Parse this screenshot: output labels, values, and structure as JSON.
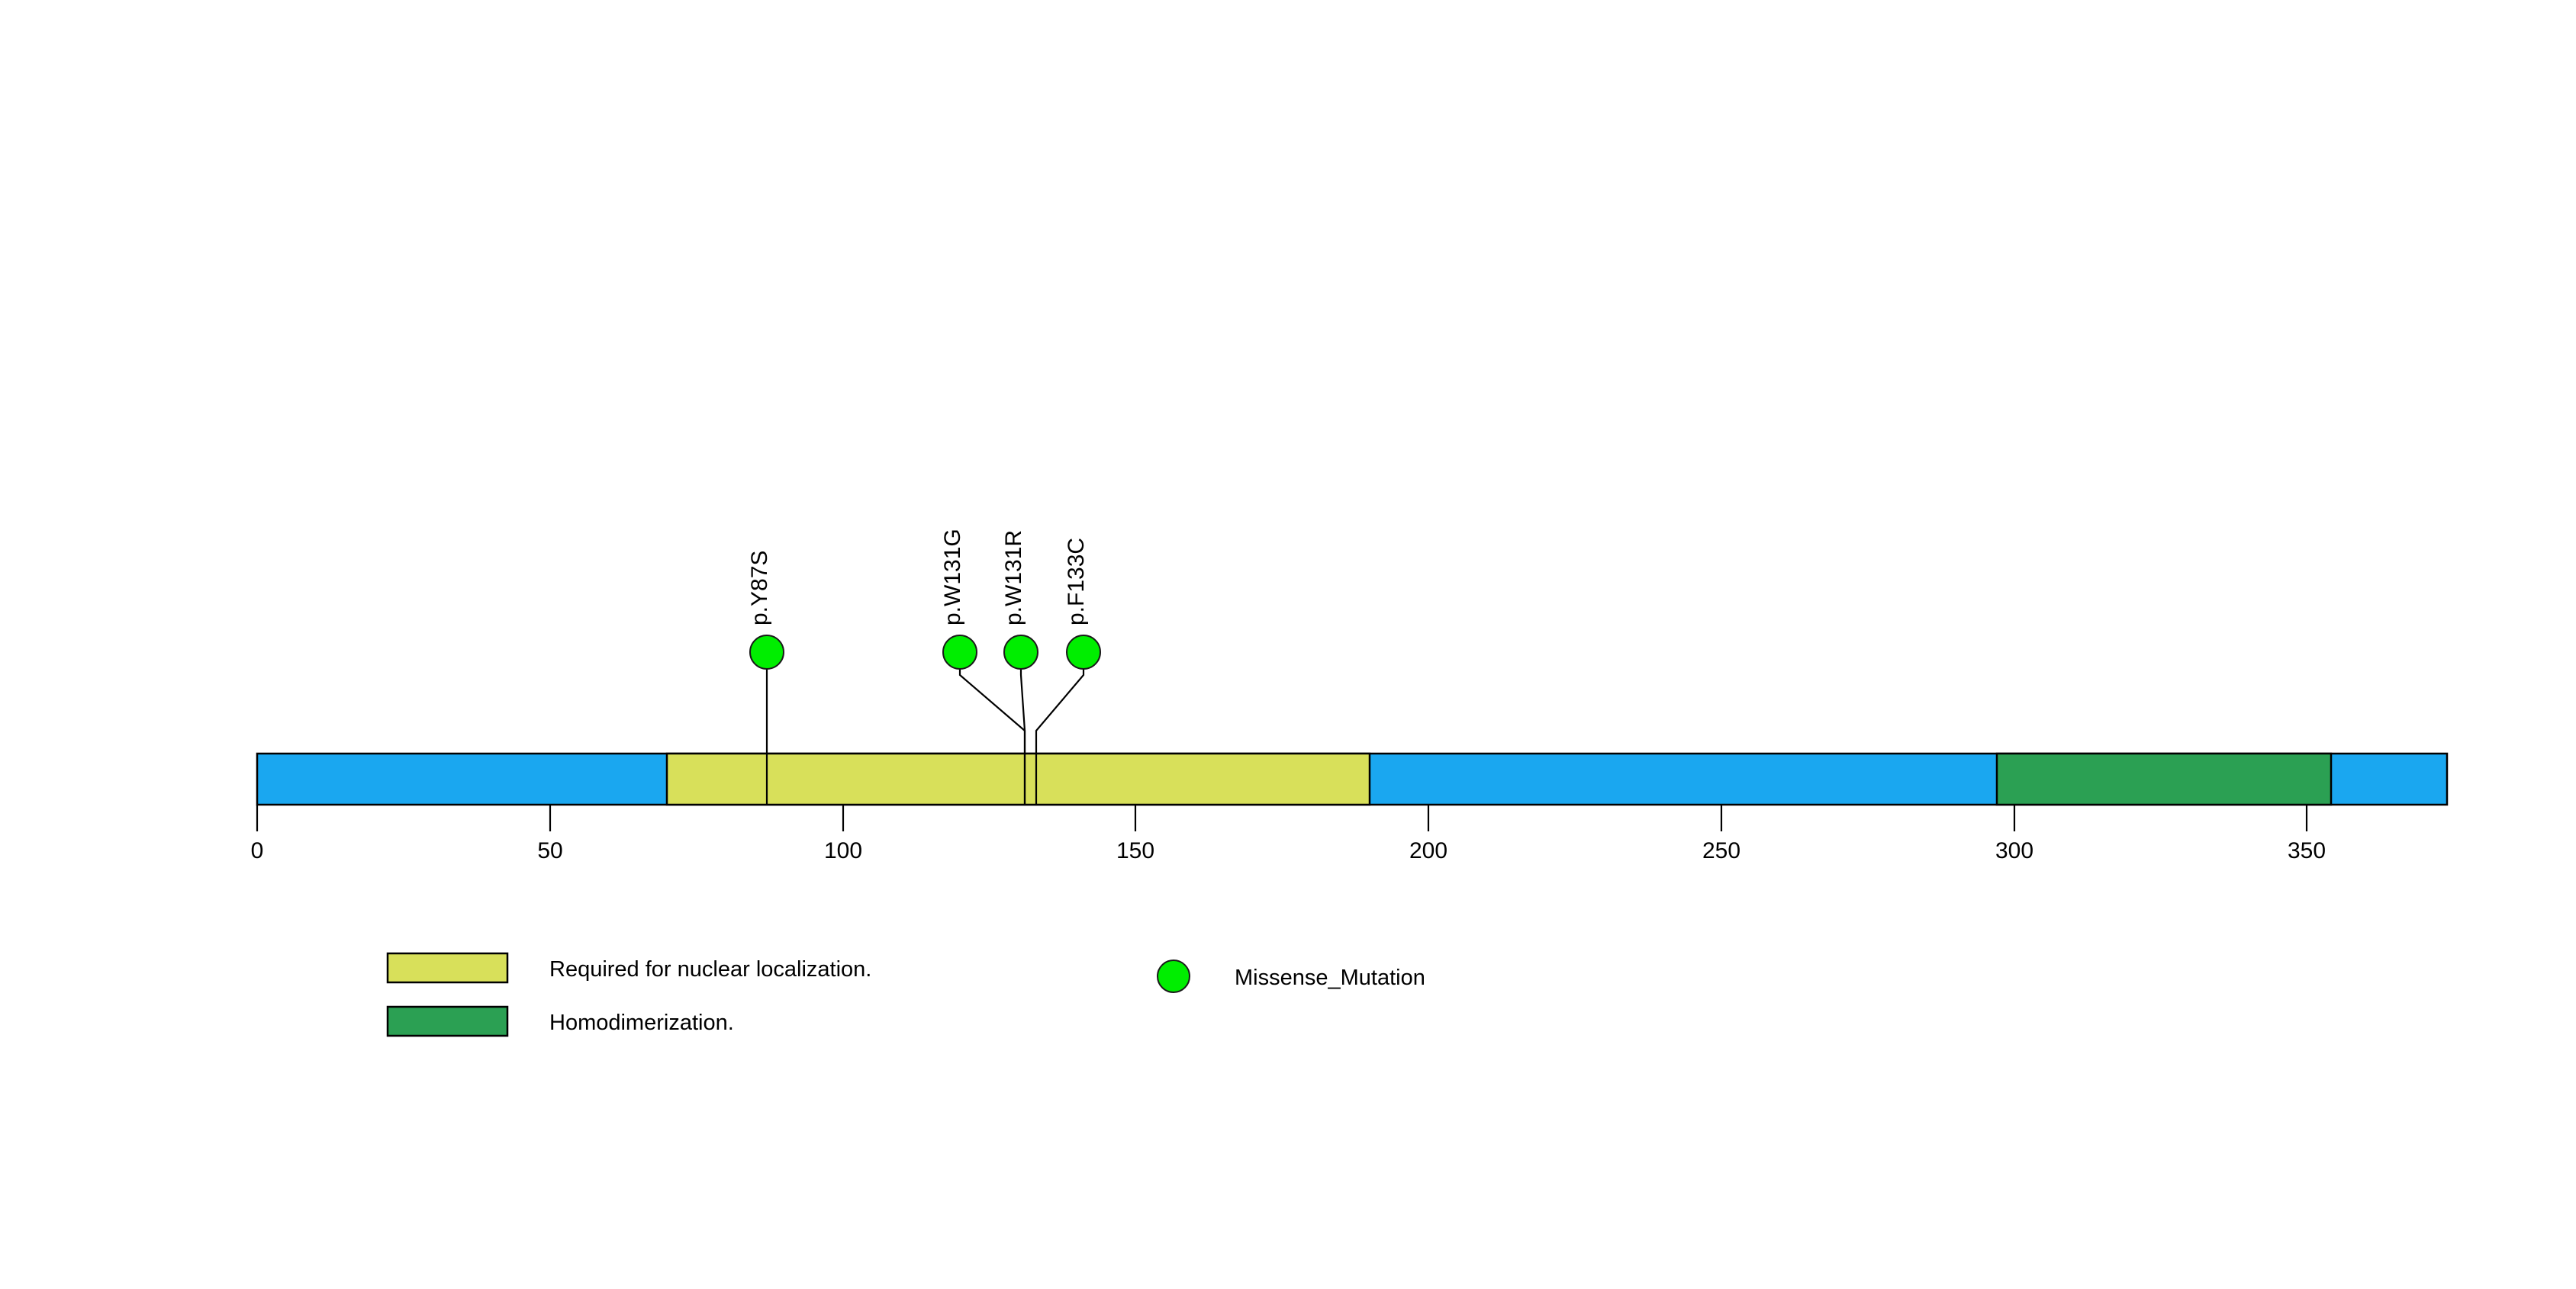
{
  "figure": {
    "type": "protein-lollipop-diagram",
    "background_color": "#ffffff"
  },
  "chart_data": {
    "type": "lollipop",
    "title": "",
    "xlabel": "",
    "ylabel": "",
    "xlim": [
      0,
      374
    ],
    "axis": {
      "ticks": [
        0,
        50,
        100,
        150,
        200,
        250,
        300,
        350
      ],
      "tick_labels": [
        "0",
        "50",
        "100",
        "150",
        "200",
        "250",
        "300",
        "350"
      ],
      "grid": false
    },
    "protein_backbone": {
      "start": 0,
      "end": 374,
      "color": "#1aa7f0"
    },
    "domains": [
      {
        "name": "Required for nuclear localization.",
        "start": 70,
        "end": 190,
        "color": "#d8e05a"
      },
      {
        "name": "Homodimerization.",
        "start": 297,
        "end": 354,
        "color": "#2ba053"
      }
    ],
    "mutations": [
      {
        "label": "p.Y87S",
        "position": 87,
        "count": 1,
        "type": "Missense_Mutation",
        "color": "#00ee00",
        "label_x": 87
      },
      {
        "label": "p.W131G",
        "position": 131,
        "count": 1,
        "type": "Missense_Mutation",
        "color": "#00ee00",
        "label_x": 120
      },
      {
        "label": "p.W131R",
        "position": 131,
        "count": 1,
        "type": "Missense_Mutation",
        "color": "#00ee00",
        "label_x": 131
      },
      {
        "label": "p.F133C",
        "position": 133,
        "count": 1,
        "type": "Missense_Mutation",
        "color": "#00ee00",
        "label_x": 141
      }
    ]
  },
  "legend": {
    "domain_entries": [
      {
        "swatch_color": "#d8e05a",
        "label": "Required for nuclear localization."
      },
      {
        "swatch_color": "#2ba053",
        "label": "Homodimerization."
      }
    ],
    "mutation_entries": [
      {
        "marker_color": "#00ee00",
        "label": "Missense_Mutation"
      }
    ]
  },
  "axis_tick_labels": {
    "t0": "0",
    "t50": "50",
    "t100": "100",
    "t150": "150",
    "t200": "200",
    "t250": "250",
    "t300": "300",
    "t350": "350"
  },
  "mutation_labels": {
    "m0": "p.Y87S",
    "m1": "p.W131G",
    "m2": "p.W131R",
    "m3": "p.F133C"
  },
  "legend_labels": {
    "l0": "Required for nuclear localization.",
    "l1": "Homodimerization.",
    "l2": "Missense_Mutation"
  }
}
